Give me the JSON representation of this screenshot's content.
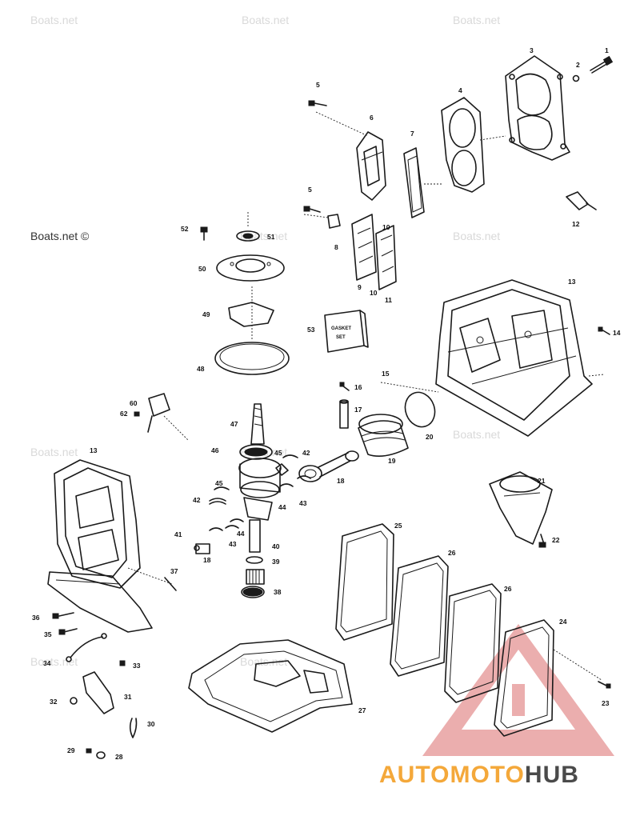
{
  "watermarks": {
    "tiled": "Boats.net",
    "prominent": "Boats.net ©"
  },
  "logo": {
    "word_a": "AUTOMOTO",
    "word_b": "HUB",
    "color_a": "#f4a83a",
    "color_b": "#4a4a4a",
    "triangle_color": "#e8a0a0"
  },
  "sticker": {
    "line1": "GASKET",
    "line2": "SET"
  },
  "callouts": [
    "1",
    "2",
    "3",
    "4",
    "5",
    "5",
    "6",
    "7",
    "8",
    "9",
    "10",
    "10",
    "11",
    "12",
    "13",
    "13",
    "14",
    "15",
    "16",
    "17",
    "18",
    "18",
    "19",
    "20",
    "21",
    "22",
    "23",
    "24",
    "25",
    "26",
    "26",
    "27",
    "28",
    "29",
    "30",
    "31",
    "32",
    "33",
    "34",
    "35",
    "36",
    "37",
    "38",
    "39",
    "40",
    "41",
    "42",
    "42",
    "43",
    "43",
    "44",
    "44",
    "45",
    "45",
    "46",
    "47",
    "48",
    "49",
    "50",
    "51",
    "52",
    "53",
    "60",
    "62"
  ]
}
